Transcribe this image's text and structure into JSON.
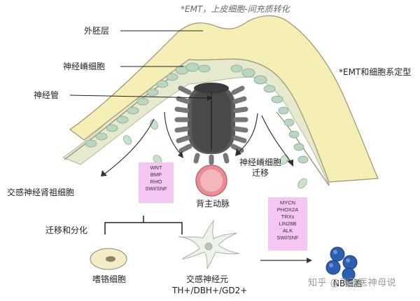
{
  "title_note": "*EMT，上皮细胞-间充质转化",
  "side_note": "*EMT和细胞系定型",
  "labels": {
    "ectoderm": "外胚层",
    "neural_crest_cells": "神经嵴细胞",
    "neural_tube": "神经管",
    "nc_migration": "神经嵴细胞",
    "nc_migration_2": "迁移",
    "sympathoadrenal_progenitor": "交感神经肾祖细胞",
    "dorsal_aorta": "背主动脉",
    "migration_differentiation": "迁移和分化",
    "chromaffin_cell": "嗜铬细胞",
    "sympathetic_neuron": "交感神经元",
    "neuron_markers": "TH+/DBH+/GD2+",
    "nb_cells": "NB细胞"
  },
  "box_signals": [
    "WNT",
    "BMP",
    "RHO",
    "SWI/SNF"
  ],
  "box_genes": [
    "MYCN",
    "PHOX2A",
    "TRXs",
    "LIN28B",
    "ALK",
    "SWI/SNF"
  ],
  "watermark": "知乎 @飞飞医神母说",
  "colors": {
    "ectoderm_fill": "#f6efb6",
    "mesenchyme_fill": "#e3e7c9",
    "crest_cell": "#b8d6bf",
    "neural_tube_dark": "#4f4f4f",
    "box_fill": "#f6c6f2",
    "aorta": "#e88a92",
    "nb_cell": "#2d5fb0"
  }
}
